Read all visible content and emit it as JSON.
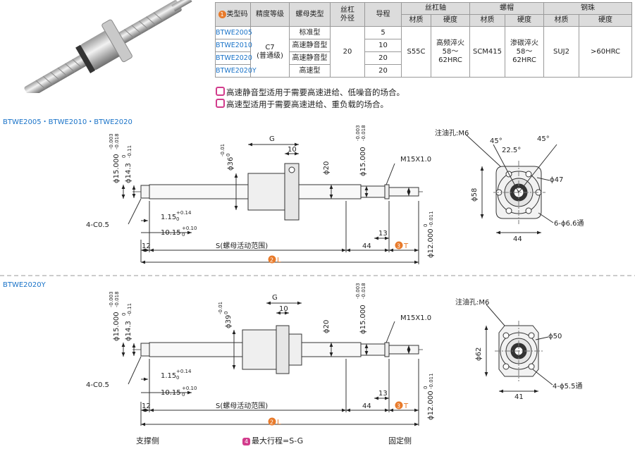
{
  "table": {
    "headers": {
      "code": "类型码",
      "code_num": "1",
      "grade": "精度等级",
      "nut_type": "螺母类型",
      "dia_l1": "丝杠",
      "dia_l2": "外径",
      "lead": "导程",
      "shaft": "丝杠轴",
      "nut": "螺帽",
      "ball": "钢珠",
      "material": "材质",
      "hardness": "硬度"
    },
    "rows": [
      {
        "code": "BTWE2005",
        "nut_type": "标准型",
        "lead": "5"
      },
      {
        "code": "BTWE2010",
        "nut_type": "高速静音型",
        "lead": "10"
      },
      {
        "code": "BTWE2020",
        "nut_type": "高速静音型",
        "lead": "20"
      },
      {
        "code": "BTWE2020Y",
        "nut_type": "高速型",
        "lead": "20"
      }
    ],
    "grade_l1": "C7",
    "grade_l2": "(普通级)",
    "diameter": "20",
    "shaft_material": "S55C",
    "shaft_hardness_l1": "高频淬火",
    "shaft_hardness_l2": "58～62HRC",
    "nut_material": "SCM415",
    "nut_hardness_l1": "渗碳淬火",
    "nut_hardness_l2": "58～62HRC",
    "ball_material": "SUJ2",
    "ball_hardness": ">60HRC"
  },
  "notes": [
    "高速静音型适用于需要高速进给、低噪音的场合。",
    "高速型适用于需要高速进给、重负载的场合。"
  ],
  "sections": {
    "top": "BTWE2005・BTWE2010・BTWE2020",
    "bottom": "BTWE2020Y"
  },
  "dims1": {
    "phi15": "ϕ15.000",
    "phi15_tol_u": "-0.003",
    "phi15_tol_l": "-0.018",
    "phi143": "ϕ14.3",
    "phi143_tol_u": "0",
    "phi143_tol_l": "-0.11",
    "phi36": "ϕ36",
    "phi36_tol_u": "-0.01",
    "phi36_tol_l": "0",
    "G": "G",
    "ten": "10",
    "phi20": "ϕ20",
    "phi15b": "ϕ15.000",
    "phi15b_tol_u": "-0.003",
    "phi15b_tol_l": "-0.018",
    "thread": "M15X1.0",
    "c05": "4-C0.5",
    "w115": "1.15",
    "w115_tol_u": "+0.14",
    "w115_tol_l": "0",
    "w1015": "10.15",
    "w1015_tol_u": "+0.10",
    "w1015_tol_l": "0",
    "thirteen": "13",
    "twelve": "12",
    "S": "S(螺母活动范围)",
    "fortyfour": "44",
    "T": "T",
    "T_num": "3",
    "L": "L",
    "L_num": "2",
    "phi12": "ϕ12.000",
    "phi12_tol_u": "0",
    "phi12_tol_l": "-0.011",
    "oil": "注油孔:M6",
    "a45a": "45°",
    "a45b": "45°",
    "a225": "22.5°",
    "phi47": "ϕ47",
    "phi58": "ϕ58",
    "holes": "6-ϕ6.6通",
    "w44": "44"
  },
  "dims2": {
    "phi15": "ϕ15.000",
    "phi15_tol_u": "-0.003",
    "phi15_tol_l": "-0.018",
    "phi143": "ϕ14.3",
    "phi143_tol_u": "0",
    "phi143_tol_l": "-0.11",
    "phi39": "ϕ39",
    "phi39_tol_u": "-0.01",
    "phi39_tol_l": "0",
    "G": "G",
    "ten": "10",
    "phi20": "ϕ20",
    "phi15b": "ϕ15.000",
    "phi15b_tol_u": "-0.003",
    "phi15b_tol_l": "-0.018",
    "thread": "M15X1.0",
    "c05": "4-C0.5",
    "w115": "1.15",
    "w115_tol_u": "+0.14",
    "w115_tol_l": "0",
    "w1015": "10.15",
    "w1015_tol_u": "+0.10",
    "w1015_tol_l": "0",
    "thirteen": "13",
    "twelve": "12",
    "S": "S(螺母活动范围)",
    "fortyfour": "44",
    "T": "T",
    "T_num": "3",
    "L": "L",
    "L_num": "2",
    "phi12": "ϕ12.000",
    "phi12_tol_u": "0",
    "phi12_tol_l": "-0.011",
    "oil": "注油孔:M6",
    "phi50": "ϕ50",
    "phi62": "ϕ62",
    "holes": "4-ϕ5.5通",
    "w41": "41"
  },
  "footer": {
    "support": "支撑侧",
    "max_num": "4",
    "max_stroke": "最大行程=S-G",
    "fixed": "固定侧"
  },
  "colors": {
    "accent_blue": "#1a73c8",
    "badge_orange": "#e87a2a",
    "note_pink": "#d23c8c"
  }
}
